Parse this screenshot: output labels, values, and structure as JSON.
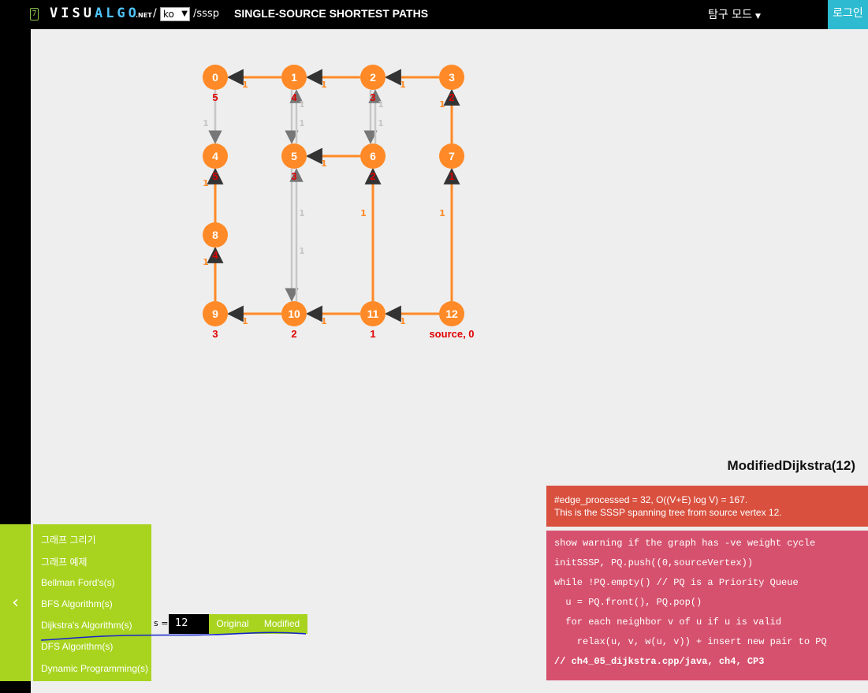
{
  "header": {
    "logo_glyph": "7",
    "brand_parts": [
      {
        "text": "VISU",
        "style": "w"
      },
      {
        "text": "ALGO",
        "style": "c"
      }
    ],
    "brand_net": ".NET",
    "slash": "/",
    "language": "ko",
    "path": "/sssp",
    "title": "SINGLE-SOURCE SHORTEST PATHS",
    "mode_menu": "탐구 모드",
    "login": "로그인"
  },
  "colors": {
    "orange": "#ff8a27",
    "gray_edge": "#c7c7c7",
    "dist_red": "#e00000",
    "status_bg": "#d9503f",
    "code_bg": "#d6516e",
    "action_green": "#a8d41f",
    "login_blue": "#2ebbd1"
  },
  "graph": {
    "vertices": [
      {
        "id": 0,
        "label": "0",
        "dist": "5"
      },
      {
        "id": 1,
        "label": "1",
        "dist": "4"
      },
      {
        "id": 2,
        "label": "2",
        "dist": "3"
      },
      {
        "id": 3,
        "label": "3",
        "dist": "2"
      },
      {
        "id": 4,
        "label": "4",
        "dist": "5"
      },
      {
        "id": 5,
        "label": "5",
        "dist": "3"
      },
      {
        "id": 6,
        "label": "6",
        "dist": "2"
      },
      {
        "id": 7,
        "label": "7",
        "dist": "1"
      },
      {
        "id": 8,
        "label": "8",
        "dist": "4"
      },
      {
        "id": 9,
        "label": "9",
        "dist": "3"
      },
      {
        "id": 10,
        "label": "10",
        "dist": "2"
      },
      {
        "id": 11,
        "label": "11",
        "dist": "1"
      },
      {
        "id": 12,
        "label": "12",
        "dist": "source, 0"
      }
    ],
    "edges": [
      {
        "from": 1,
        "to": 0,
        "w": "1",
        "tree": true
      },
      {
        "from": 2,
        "to": 1,
        "w": "1",
        "tree": true
      },
      {
        "from": 3,
        "to": 2,
        "w": "1",
        "tree": true
      },
      {
        "from": 0,
        "to": 4,
        "w": "1",
        "tree": false
      },
      {
        "from": 1,
        "to": 5,
        "w": "1",
        "tree": false
      },
      {
        "from": 5,
        "to": 1,
        "w": "1",
        "tree": false
      },
      {
        "from": 2,
        "to": 6,
        "w": "1",
        "tree": false
      },
      {
        "from": 6,
        "to": 2,
        "w": "1",
        "tree": false
      },
      {
        "from": 6,
        "to": 5,
        "w": "1",
        "tree": true
      },
      {
        "from": 7,
        "to": 3,
        "w": "1",
        "tree": true
      },
      {
        "from": 8,
        "to": 4,
        "w": "1",
        "tree": true
      },
      {
        "from": 9,
        "to": 8,
        "w": "1",
        "tree": true
      },
      {
        "from": 5,
        "to": 10,
        "w": "1",
        "tree": false
      },
      {
        "from": 10,
        "to": 5,
        "w": "1",
        "tree": false
      },
      {
        "from": 11,
        "to": 6,
        "w": "1",
        "tree": true
      },
      {
        "from": 12,
        "to": 7,
        "w": "1",
        "tree": true
      },
      {
        "from": 10,
        "to": 9,
        "w": "1",
        "tree": true
      },
      {
        "from": 11,
        "to": 10,
        "w": "1",
        "tree": true
      },
      {
        "from": 12,
        "to": 11,
        "w": "1",
        "tree": true
      }
    ]
  },
  "algo_title": "ModifiedDijkstra(12)",
  "status": {
    "line1": "#edge_processed = 32, O((V+E) log V) = 167.",
    "line2": "This is the SSSP spanning tree from source vertex 12."
  },
  "code": [
    "show warning if the graph has -ve weight cycle",
    "initSSSP, PQ.push((0,sourceVertex))",
    "while !PQ.empty() // PQ is a Priority Queue",
    "  u = PQ.front(), PQ.pop()",
    "  for each neighbor v of u if u is valid",
    "    relax(u, v, w(u, v)) + insert new pair to PQ",
    "// ch4_05_dijkstra.cpp/java, ch4, CP3"
  ],
  "actions": {
    "toggle_glyph": "‹",
    "items": [
      "그래프 그리기",
      "그래프 예제",
      "Bellman Ford's(s)",
      "BFS Algorithm(s)",
      "Dijkstra's Algorithm(s)",
      "DFS Algorithm(s)",
      "Dynamic Programming(s)"
    ],
    "s_label": "s =",
    "s_value": "12",
    "original_label": "Original",
    "modified_label": "Modified"
  }
}
